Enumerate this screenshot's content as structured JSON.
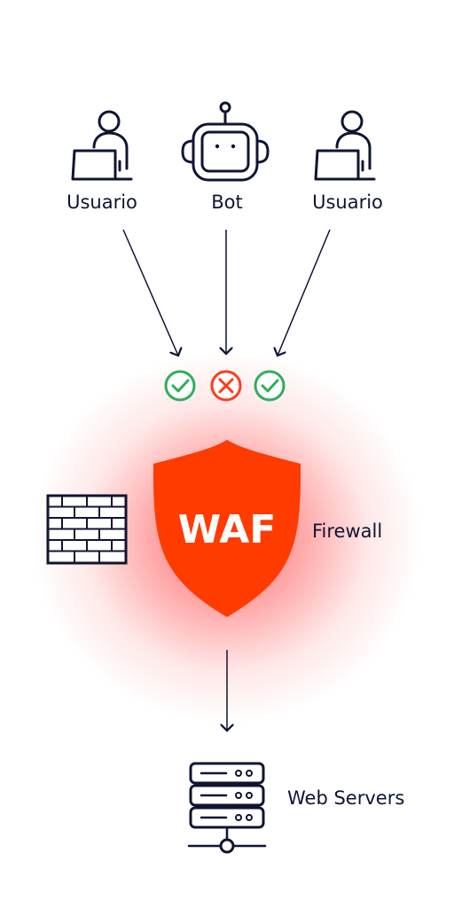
{
  "nodes": {
    "user_left": {
      "label": "Usuario",
      "icon": "user-laptop-icon"
    },
    "bot": {
      "label": "Bot",
      "icon": "robot-icon"
    },
    "user_right": {
      "label": "Usuario",
      "icon": "user-laptop-icon"
    }
  },
  "checks": [
    {
      "status": "allowed",
      "icon": "check-circle-icon",
      "color": "#2fae5a"
    },
    {
      "status": "blocked",
      "icon": "x-circle-icon",
      "color": "#ff3b18"
    },
    {
      "status": "allowed",
      "icon": "check-circle-icon",
      "color": "#2fae5a"
    }
  ],
  "shield": {
    "label": "WAF",
    "icon": "shield-icon",
    "color": "#ff3b00"
  },
  "firewall": {
    "label": "Firewall",
    "icon": "brick-wall-icon"
  },
  "servers": {
    "label": "Web Servers",
    "icon": "server-rack-icon"
  },
  "colors": {
    "ink": "#0f1432",
    "accent": "#ff3b00",
    "glow": "#ff5c5c"
  }
}
